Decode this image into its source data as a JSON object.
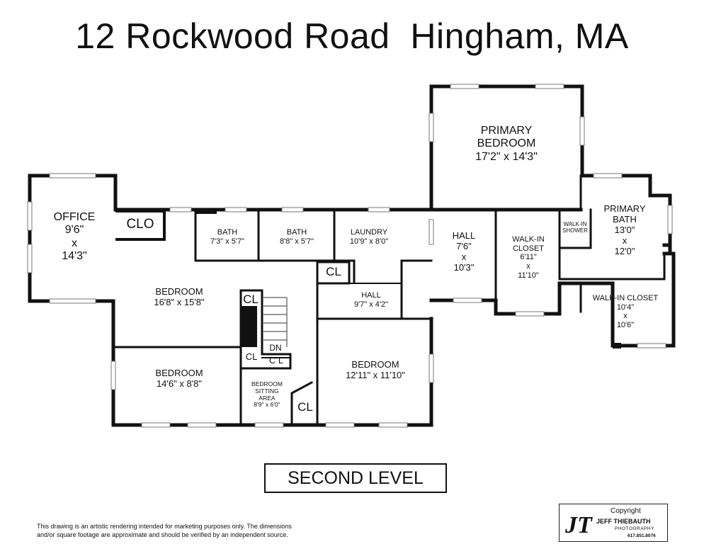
{
  "title": "12 Rockwood Road  Hingham, MA",
  "level": "SECOND LEVEL",
  "disclaimer": "This drawing is an artistic rendering intended for marketing purposes only.  The dimensions\nand/or square footage are approximate and should be verified by an independent source.",
  "logo": {
    "copyright": "Copyright",
    "name": "JEFF THIEBAUTH",
    "sub": "PHOTOGRAPHY",
    "phone": "617.851.8076",
    "mark": "JT"
  },
  "rooms": {
    "office": "OFFICE\n9'6\"\nx\n14'3\"",
    "clo": "CLO",
    "bath1": "BATH\n7'3\" x 5'7\"",
    "bath2": "BATH\n8'8\" x 5'7\"",
    "laundry": "LAUNDRY\n10'9\" x 8'0\"",
    "primary_bedroom": "PRIMARY\nBEDROOM\n17'2\" x 14'3\"",
    "hall1": "HALL\n7'6\"\nx\n10'3\"",
    "walkin_closet1": "WALK-IN\nCLOSET\n6'11\"\nx\n11'10\"",
    "walkin_shower": "WALK-IN\nSHOWER",
    "primary_bath": "PRIMARY\nBATH\n13'0\"\nx\n12'0\"",
    "bedroom1": "BEDROOM\n16'8\" x 15'8\"",
    "cl1": "CL",
    "cl2": "CL",
    "hall2": "HALL\n9'7\" x 4'2\"",
    "walkin_closet2": "WALK-IN CLOSET\n10'4\"\nx\n10'6\"",
    "dn": "DN",
    "cl3": "CL",
    "cl4": "C L",
    "bedroom2": "BEDROOM\n14'6\" x 8'8\"",
    "sitting": "BEDROOM\nSITTING\nAREA\n8'9\" x 6'0\"",
    "cl5": "CL",
    "bedroom3": "BEDROOM\n12'11\" x 11'10\""
  }
}
